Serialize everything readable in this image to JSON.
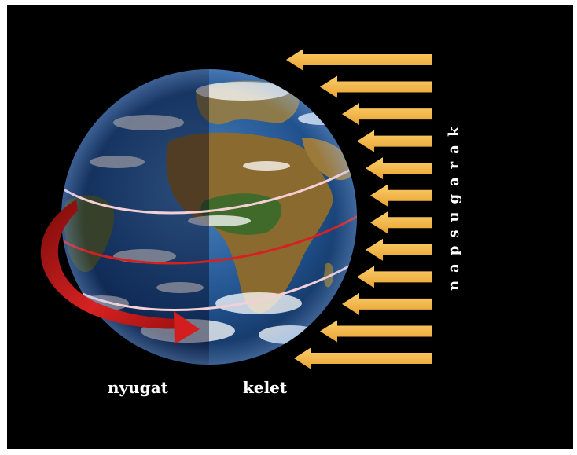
{
  "labels": {
    "west": "nyugat",
    "east": "kelet",
    "sun_rays": "napsugarak"
  },
  "colors": {
    "background": "#000000",
    "page": "#ffffff",
    "arrow": "#f5b84a",
    "rotation_arrow": "#c81818",
    "equator": "#d82020",
    "tropic_lines": "#f4d0d6",
    "ocean": "#1f4f8a",
    "land": "#8a6a2e",
    "night_shade": "rgba(0,0,20,0.45)",
    "label_text": "#ffffff"
  },
  "icons": {
    "globe": "earth-globe",
    "rotation": "curved-arrow",
    "sun_rays": "left-arrows"
  },
  "sun_ray_arrow_count": 12
}
